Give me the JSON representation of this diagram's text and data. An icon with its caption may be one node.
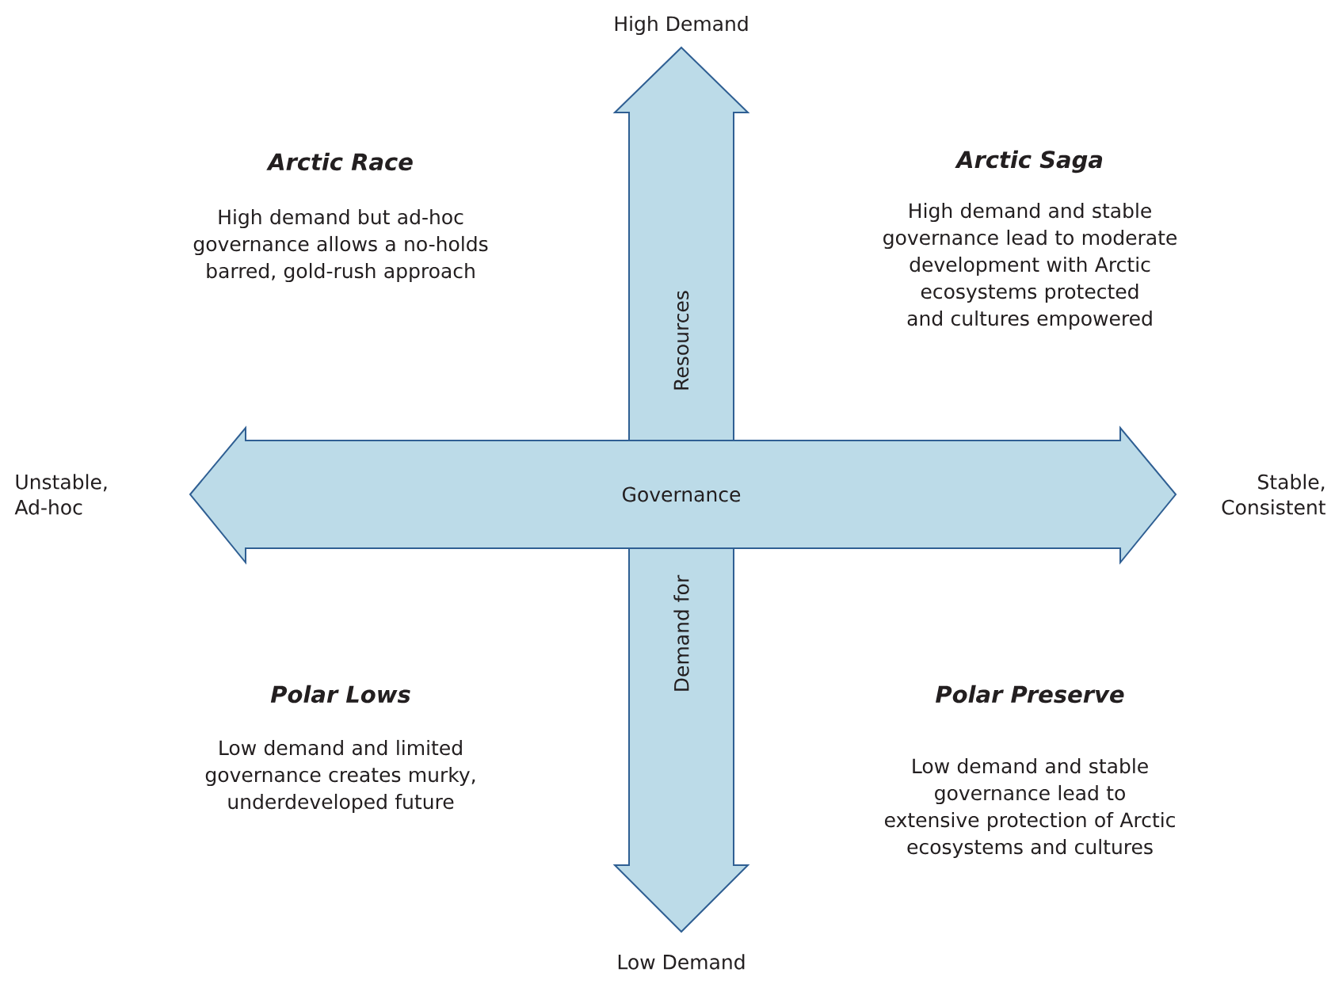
{
  "diagram": {
    "nodes": [
      {
        "text": [
          "Resources"
        ],
        "beside": [
          "High Demand"
        ]
      },
      {
        "text": [
          "Governance"
        ]
      },
      {
        "text": [
          "Demand for"
        ],
        "beside": [
          "Low Demand"
        ]
      }
    ],
    "labels": [
      "Arctic Race",
      "High demand but ad-hoc governance allows a no-holds barred, gold-rush approach",
      "Arctic Saga",
      "High demand and stable governance lead to moderate development with Arctic ecosystems protected and cultures empowered",
      "Unstable, Ad-hoc",
      "Stable, Consistent",
      "Polar Lows",
      "Low demand and limited governance creates murky, underdeveloped future",
      "Polar Preserve",
      "Low demand and stable governance lead to extensive protection of Arctic ecosystems and cultures"
    ]
  }
}
